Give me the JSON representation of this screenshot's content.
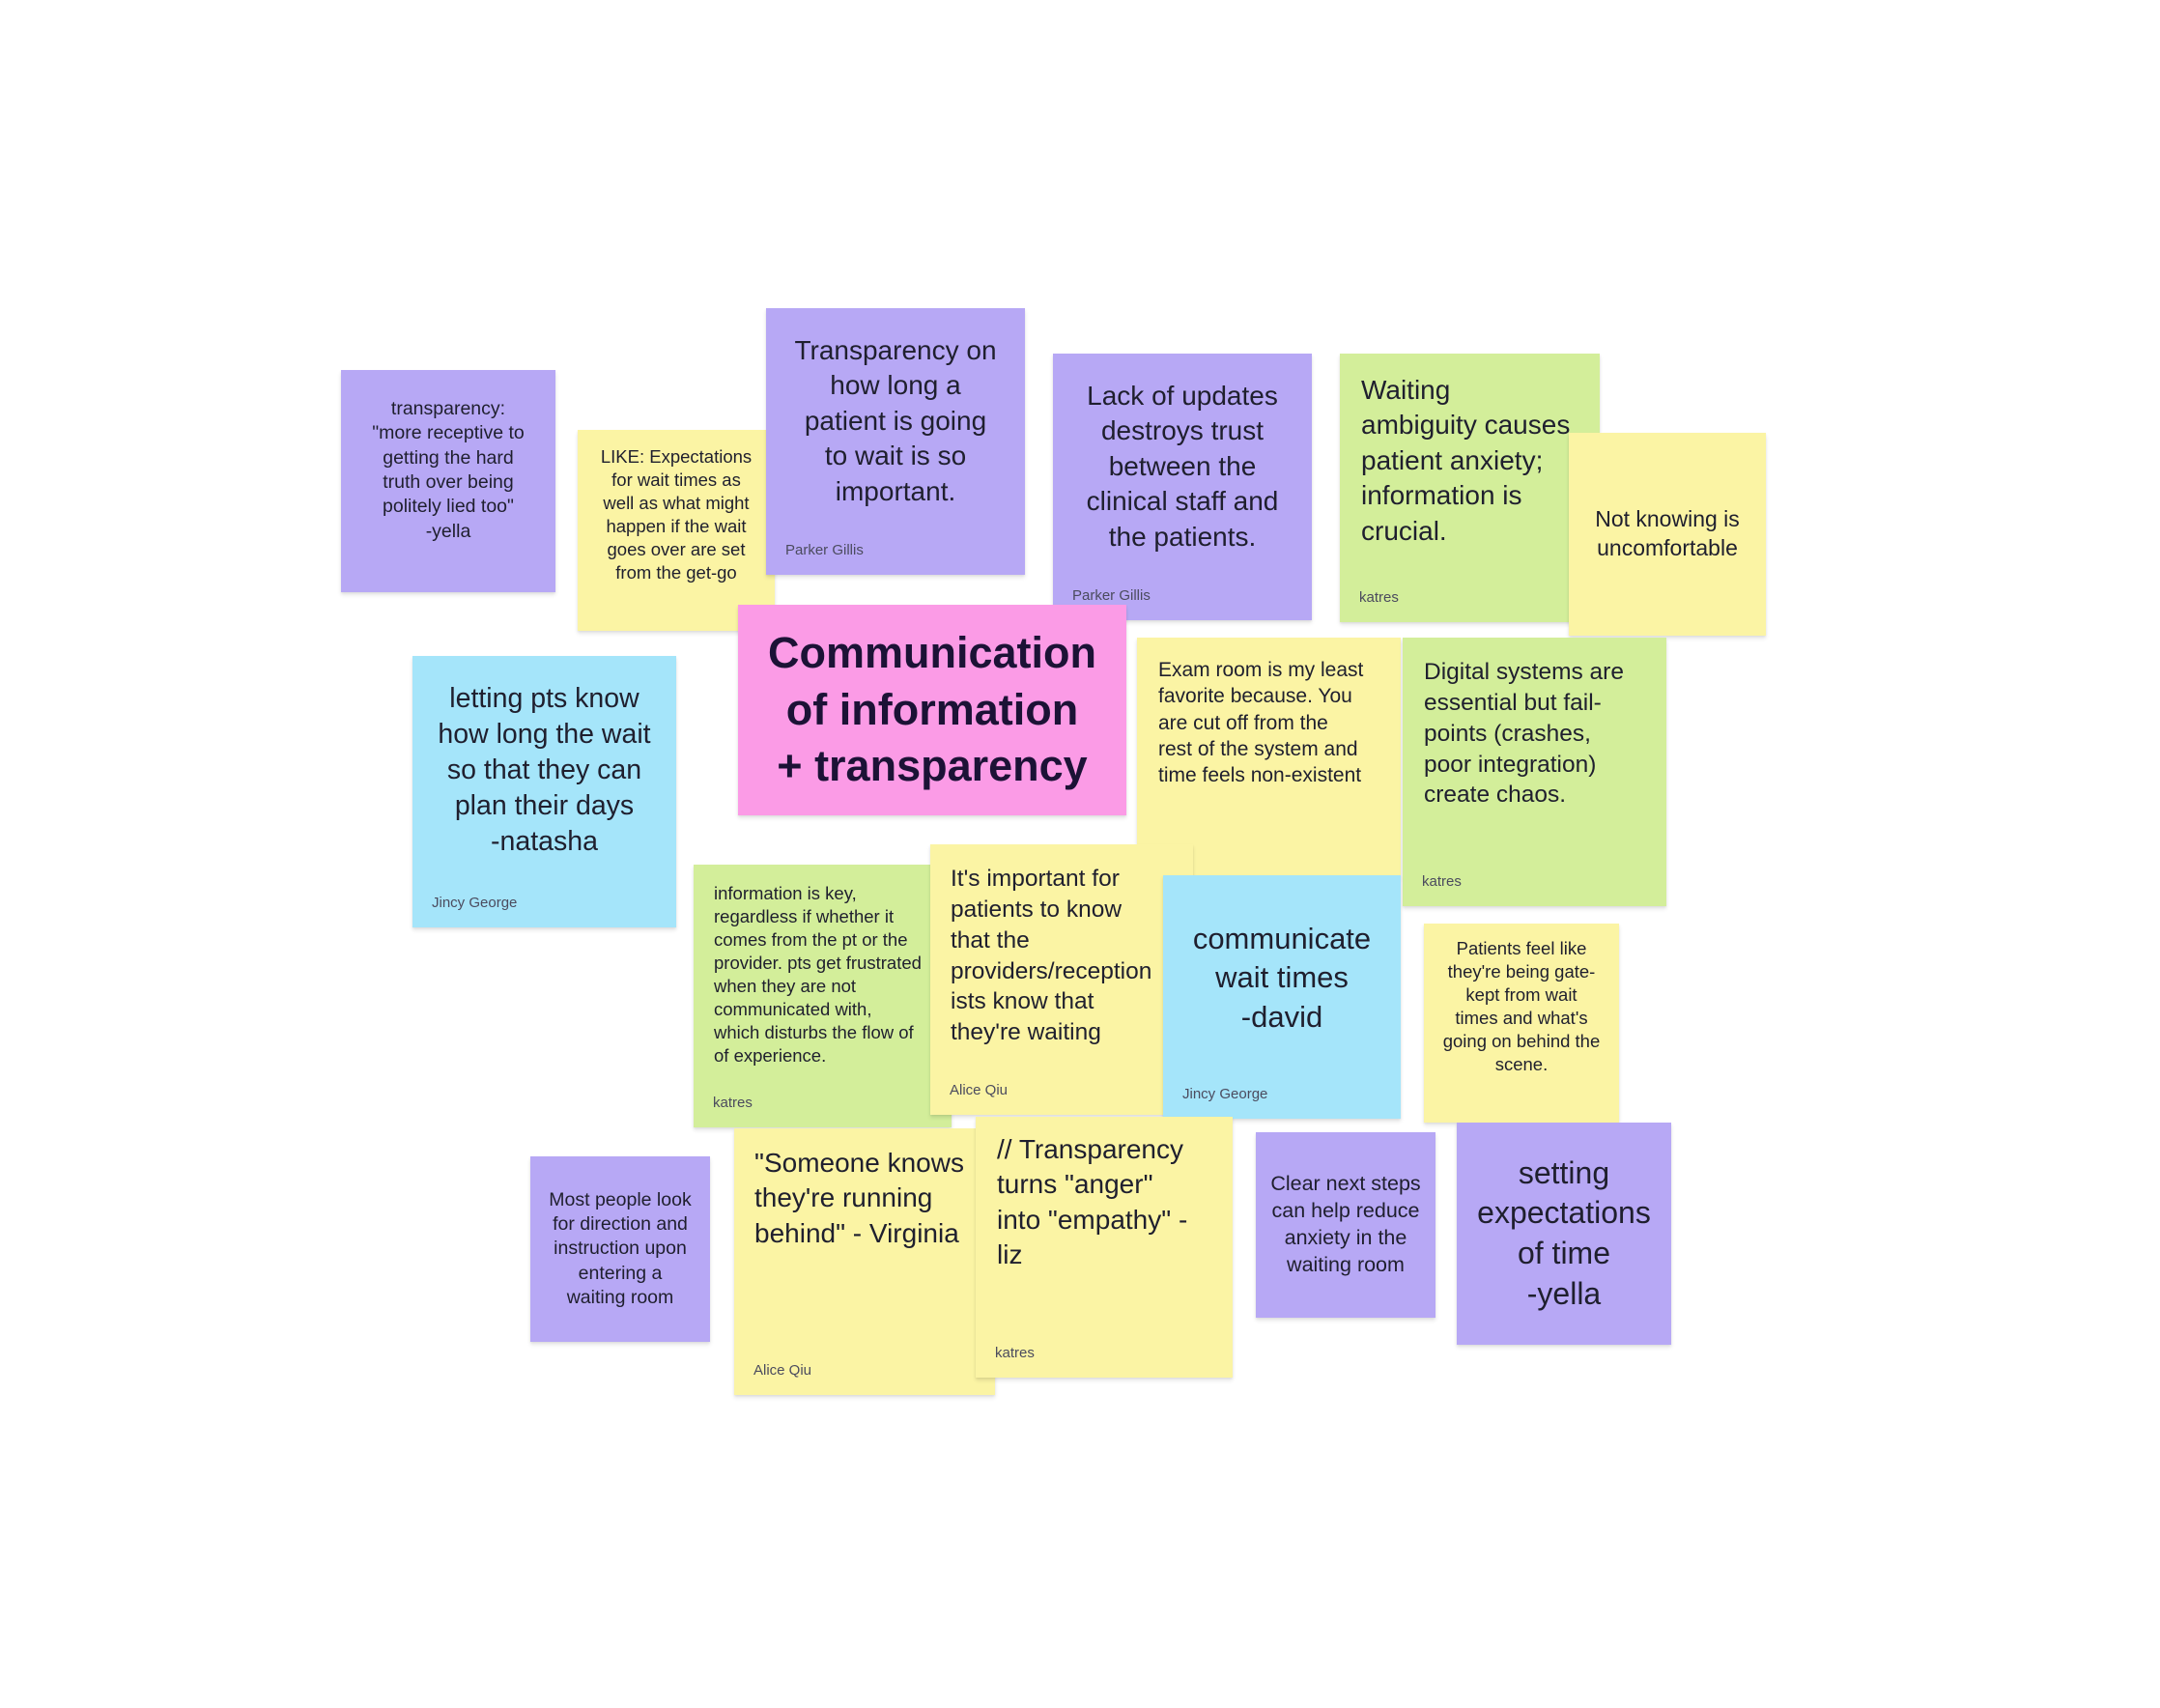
{
  "board": {
    "title": "Communication of information + transparency",
    "notes": [
      {
        "id": "n1",
        "text": "transparency:\n\"more receptive to\ngetting the hard\ntruth over being\npolitely lied too\"\n-yella",
        "author": ""
      },
      {
        "id": "n2",
        "text": "LIKE: Expectations\nfor wait times as\nwell as what might\nhappen if the wait\ngoes over are set\nfrom the get-go",
        "author": ""
      },
      {
        "id": "n3",
        "text": "Transparency on\nhow long a\npatient is going\nto wait is so\nimportant.",
        "author": "Parker Gillis"
      },
      {
        "id": "n4",
        "text": "Lack of updates\ndestroys trust\nbetween the\nclinical staff and\nthe patients.",
        "author": "Parker Gillis"
      },
      {
        "id": "n5",
        "text": "Waiting\nambiguity causes\npatient anxiety;\ninformation is\ncrucial.",
        "author": "katres"
      },
      {
        "id": "n6",
        "text": "Not knowing is\nuncomfortable",
        "author": ""
      },
      {
        "id": "n7",
        "text": "letting pts know\nhow long the wait\nso that they can\nplan their days\n-natasha",
        "author": "Jincy George"
      },
      {
        "id": "n8",
        "text": "Communication\nof information\n+ transparency",
        "author": ""
      },
      {
        "id": "n9",
        "text": "Exam room is my least\nfavorite because. You\nare cut off from the\nrest of the system and\ntime feels non-existent",
        "author": ""
      },
      {
        "id": "n10",
        "text": "Digital systems are\nessential but fail-\npoints (crashes,\npoor integration)\ncreate chaos.",
        "author": "katres"
      },
      {
        "id": "n11",
        "text": "information is key,\nregardless if whether it\ncomes from the pt or the\nprovider. pts get frustrated\nwhen they are not\ncommunicated with,\nwhich disturbs the flow of\nof experience.",
        "author": "katres"
      },
      {
        "id": "n12",
        "text": "It's important for\npatients to know\nthat the\nproviders/reception\nists know that\nthey're waiting",
        "author": "Alice Qiu"
      },
      {
        "id": "n13",
        "text": "communicate\nwait times\n-david",
        "author": "Jincy George"
      },
      {
        "id": "n14",
        "text": "Patients feel like\nthey're being gate-\nkept from wait\ntimes and what's\ngoing on behind the\nscene.",
        "author": ""
      },
      {
        "id": "n15",
        "text": "Most people look\nfor direction and\ninstruction upon\nentering a\nwaiting room",
        "author": ""
      },
      {
        "id": "n16",
        "text": "\"Someone knows\nthey're running\nbehind\" - Virginia",
        "author": "Alice Qiu"
      },
      {
        "id": "n17",
        "text": "// Transparency\nturns \"anger\"\ninto \"empathy\" -\nliz",
        "author": "katres"
      },
      {
        "id": "n18",
        "text": "Clear next steps\ncan help reduce\nanxiety in the\nwaiting room",
        "author": ""
      },
      {
        "id": "n19",
        "text": "setting\nexpectations\nof time\n-yella",
        "author": ""
      }
    ]
  },
  "colors": {
    "purple": "#b7a8f5",
    "yellow": "#fbf4a4",
    "green": "#d3ee9a",
    "blue": "#a5e5fa",
    "pink": "#fb9be6"
  }
}
